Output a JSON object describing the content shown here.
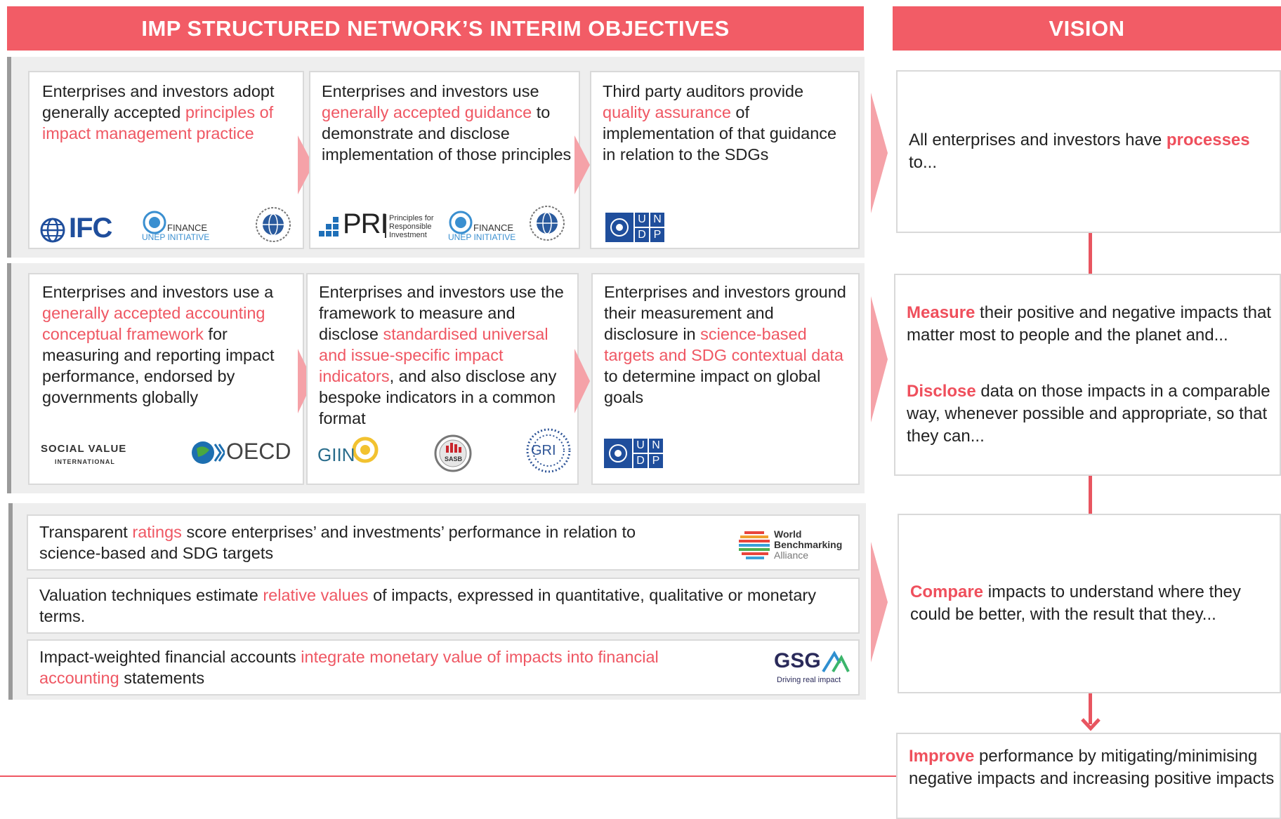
{
  "header": {
    "objectives_title": "IMP STRUCTURED NETWORK’S INTERIM OBJECTIVES",
    "vision_title": "VISION"
  },
  "row1": {
    "card1": {
      "text_pre": "Enterprises and investors adopt generally accepted ",
      "text_hl": "principles of impact management practice",
      "logos": {
        "ifc": "IFC",
        "unep_finance": "FINANCE",
        "unep_initiative": "UNEP INITIATIVE",
        "global_compact_icon": "globe-icon"
      }
    },
    "card2": {
      "text_pre": "Enterprises and investors use ",
      "text_hl": "generally accepted guidance",
      "text_post": " to demonstrate and disclose implementation of those principles",
      "logos": {
        "pri": "PRI",
        "pri_sub1": "Principles for",
        "pri_sub2": "Responsible",
        "pri_sub3": "Investment",
        "unep_finance": "FINANCE",
        "unep_initiative": "UNEP INITIATIVE"
      }
    },
    "card3": {
      "text_pre": "Third party auditors provide ",
      "text_hl": "quality assurance",
      "text_post": " of implementation of that guidance in relation to the SDGs",
      "logos": {
        "undp_u": "U",
        "undp_n": "N",
        "undp_d": "D",
        "undp_p": "P"
      }
    }
  },
  "row2": {
    "card1": {
      "text_pre": "Enterprises and investors use a ",
      "text_hl": "generally accepted accounting conceptual framework",
      "text_post": " for measuring and reporting impact performance, endorsed by governments globally",
      "logos": {
        "social_value": "SOCIAL VALUE",
        "social_value_sub": "INTERNATIONAL",
        "oecd": "OECD"
      }
    },
    "card2": {
      "text_pre": "Enterprises and investors use the framework to measure and disclose ",
      "text_hl": "standardised universal and issue-specific impact indicators",
      "text_post": ", and also disclose any bespoke indicators in a common format",
      "logos": {
        "giin": "GIIN",
        "sasb": "SASB",
        "gri": "GRI"
      }
    },
    "card3": {
      "text_pre": "Enterprises and investors ground their measurement and disclosure in ",
      "text_hl": "science-based targets and SDG contextual data",
      "text_post": " to determine impact on global goals",
      "logos": {
        "undp_u": "U",
        "undp_n": "N",
        "undp_d": "D",
        "undp_p": "P"
      }
    }
  },
  "row3": {
    "card1": {
      "text_pre": "Transparent ",
      "text_hl": "ratings",
      "text_post": " score enterprises’ and investments’ performance in relation to science-based and SDG targets",
      "logos": {
        "wba1": "World",
        "wba2": "Benchmarking",
        "wba3": "Alliance"
      }
    },
    "card2": {
      "text_pre": "Valuation techniques estimate ",
      "text_hl": "relative values",
      "text_post": " of impacts, expressed in quantitative, qualitative or monetary terms."
    },
    "card3": {
      "text_pre": "Impact-weighted financial accounts ",
      "text_hl": "integrate monetary value of impacts into financial accounting",
      "text_post": " statements",
      "logos": {
        "gsg": "GSG",
        "gsg_sub": "Driving real impact"
      }
    }
  },
  "vision": {
    "box1": {
      "pre": "All enterprises and investors have ",
      "hl": "processes",
      "post": " to..."
    },
    "box2": {
      "hl1": "Measure",
      "post1": " their positive and negative impacts that matter most to people and the planet and...",
      "hl2": "Disclose",
      "post2": " data on those impacts in a comparable way, whenever possible and appropriate, so that they can..."
    },
    "box3": {
      "hl": "Compare",
      "post": " impacts to understand where they could be better, with the result that they..."
    },
    "box4": {
      "hl": "Improve",
      "post": " performance by mitigating/minimising negative impacts and increasing positive impacts"
    }
  },
  "colors": {
    "accent": "#f25c66",
    "highlight": "#ef5763",
    "arrow": "#f5a2a8",
    "un_blue": "#1f4e9c"
  }
}
